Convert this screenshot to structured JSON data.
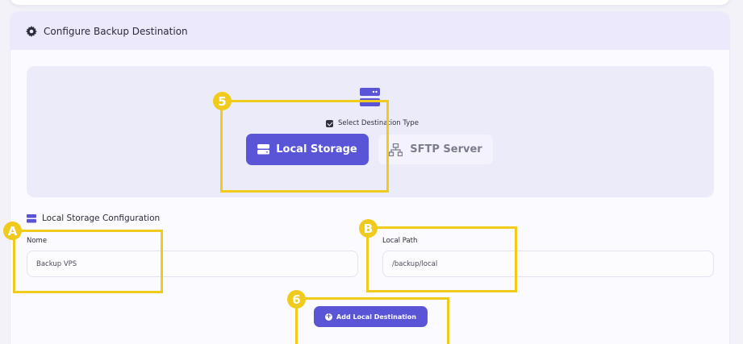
{
  "panel": {
    "title": "Configure Backup Destination"
  },
  "destination": {
    "select_label": "Select Destination Type",
    "options": [
      {
        "label": "Local Storage",
        "selected": true
      },
      {
        "label": "SFTP Server",
        "selected": false
      }
    ]
  },
  "local_config": {
    "section_title": "Local Storage Configuration",
    "name_label": "Nome",
    "name_value": "Backup VPS",
    "path_label": "Local Path",
    "path_value": "/backup/local",
    "submit_label": "Add Local Destination"
  },
  "annotations": {
    "badge_5": "5",
    "badge_a": "A",
    "badge_b": "B",
    "badge_6": "6"
  },
  "colors": {
    "accent": "#5a54d6",
    "highlight": "#f1cb1c",
    "header_bg": "#ebe9fb"
  }
}
